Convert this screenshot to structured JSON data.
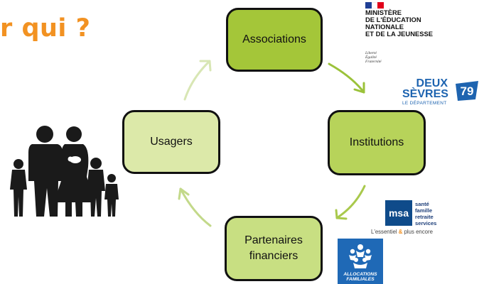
{
  "title": "r qui ?",
  "cycle": {
    "associations": {
      "label": "Associations"
    },
    "institutions": {
      "label": "Institutions"
    },
    "partenaires": {
      "line1": "Partenaires",
      "line2": "financiers"
    },
    "usagers": {
      "label": "Usagers"
    }
  },
  "logos": {
    "ministry": {
      "lines": [
        "MINISTÈRE",
        "DE L'ÉDUCATION",
        "NATIONALE",
        "ET DE LA JEUNESSE"
      ],
      "motto": [
        "Liberté",
        "Égalité",
        "Fraternité"
      ]
    },
    "deux_sevres": {
      "line1": "DEUX",
      "line2": "SÈVRES",
      "number": "79",
      "subtitle": "LE DÉPARTEMENT"
    },
    "msa": {
      "abbr": "msa",
      "words": [
        "santé",
        "famille",
        "retraite",
        "services"
      ],
      "tagline_start": "L'essentiel",
      "tagline_amp": "&",
      "tagline_end": "plus encore"
    },
    "caf": {
      "line1": "ALLOCATIONS",
      "line2": "FAMILIALES"
    }
  },
  "colors": {
    "title": "#f29222",
    "associations": "#a4c639",
    "institutions": "#b7d35a",
    "partenaires": "#c8df82",
    "usagers": "#dce9a9",
    "arrows": [
      "#9bc23a",
      "#a9c94c",
      "#c3d98a",
      "#d8e6b4"
    ]
  }
}
